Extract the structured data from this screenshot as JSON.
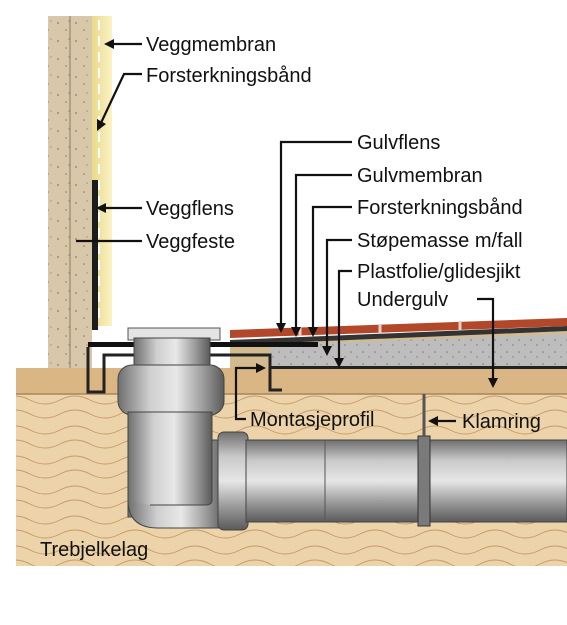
{
  "labels": {
    "veggmembran": "Veggmembran",
    "forsterkningsband_vegg": "Forsterkningsbånd",
    "veggflens": "Veggflens",
    "veggfeste": "Veggfeste",
    "gulvflens": "Gulvflens",
    "gulvmembran": "Gulvmembran",
    "forsterkningsband_gulv": "Forsterkningsbånd",
    "stopemasse": "Støpemasse m/fall",
    "plastfolie": "Plastfolie/glidesjikt",
    "undergulv": "Undergulv",
    "montasjeprofil": "Montasjeprofil",
    "klamring": "Klamring",
    "trebjelkelag": "Trebjelkelag"
  },
  "colors": {
    "wall_board": "#d8c7a9",
    "wall_membrane": "#f3e6a0",
    "soil_light": "#ecd3a9",
    "soil_dark": "#c79b6a",
    "screed": "#b8b8b8",
    "tile_red": "#b2472a",
    "pipe_grey": "#9a9a9a",
    "leader": "#111111"
  }
}
